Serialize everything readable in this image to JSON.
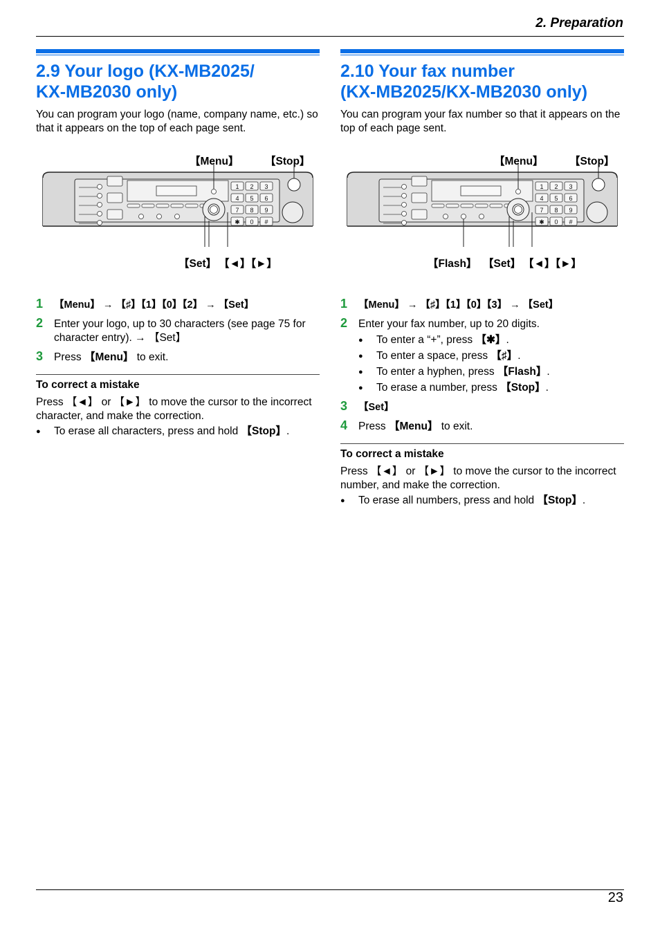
{
  "header": {
    "title": "2. Preparation"
  },
  "footer": {
    "page_number": "23"
  },
  "left": {
    "heading_line1": "2.9 Your logo (KX-MB2025/",
    "heading_line2": "KX-MB2030 only)",
    "intro": "You can program your logo (name, company name, etc.) so that it appears on the top of each page sent.",
    "figure": {
      "label_menu": "【Menu】",
      "label_stop": "【Stop】",
      "label_set": "【Set】",
      "label_arrows": "【◄】【►】"
    },
    "steps": [
      {
        "num": "1",
        "text": "【Menu】 → 【♯】【1】【0】【2】 → 【Set】"
      },
      {
        "num": "2",
        "text": "Enter your logo, up to 30 characters (see page 75 for character entry). → 【Set】"
      },
      {
        "num": "3",
        "text_before": "Press ",
        "key": "【Menu】",
        "text_after": " to exit."
      }
    ],
    "correct": {
      "title": "To correct a mistake",
      "text": "Press 【◄】 or 【►】 to move the cursor to the incorrect character, and make the correction.",
      "bullet_before": "To erase all characters, press and hold ",
      "bullet_key": "【Stop】",
      "bullet_after": "."
    }
  },
  "right": {
    "heading_line1": "2.10 Your fax number",
    "heading_line2": "(KX-MB2025/KX-MB2030 only)",
    "intro": "You can program your fax number so that it appears on the top of each page sent.",
    "figure": {
      "label_menu": "【Menu】",
      "label_stop": "【Stop】",
      "label_flash": "【Flash】",
      "label_set": "【Set】",
      "label_arrows": "【◄】【►】"
    },
    "steps": [
      {
        "num": "1",
        "text": "【Menu】 → 【♯】【1】【0】【3】 → 【Set】"
      },
      {
        "num": "2",
        "text": "Enter your fax number, up to 20 digits."
      },
      {
        "num": "3",
        "text": "【Set】"
      },
      {
        "num": "4",
        "text_before": "Press ",
        "key": "【Menu】",
        "text_after": " to exit."
      }
    ],
    "step2_bullets": [
      {
        "before": "To enter a “+”, press ",
        "key": "【✱】",
        "after": "."
      },
      {
        "before": "To enter a space, press ",
        "key": "【♯】",
        "after": "."
      },
      {
        "before": "To enter a hyphen, press ",
        "key": "【Flash】",
        "after": "."
      },
      {
        "before": "To erase a number, press ",
        "key": "【Stop】",
        "after": "."
      }
    ],
    "correct": {
      "title": "To correct a mistake",
      "text": "Press 【◄】 or 【►】 to move the cursor to the incorrect number, and make the correction.",
      "bullet_before": "To erase all numbers, press and hold ",
      "bullet_key": "【Stop】",
      "bullet_after": "."
    }
  },
  "keypad": [
    "1",
    "2",
    "3",
    "4",
    "5",
    "6",
    "7",
    "8",
    "9",
    "✱",
    "0",
    "#"
  ]
}
